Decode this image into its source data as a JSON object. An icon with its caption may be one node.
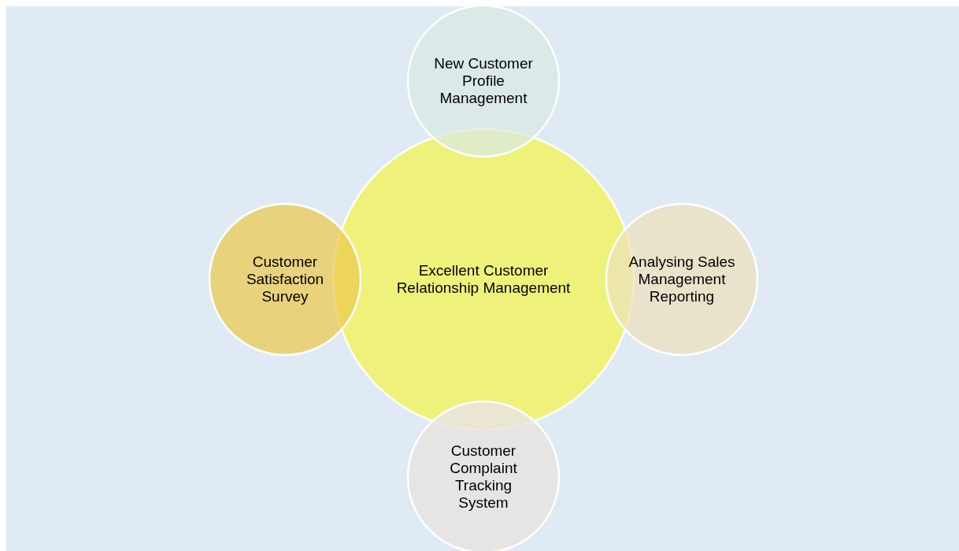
{
  "diagram": {
    "nodes": [
      {
        "text": [
          "Excellent Customer Relationship Management"
        ]
      },
      {
        "text": [
          "New Customer Profile Management"
        ]
      },
      {
        "text": [
          "Customer Satisfaction Survey"
        ]
      },
      {
        "text": [
          "Analysing Sales Management Reporting"
        ]
      },
      {
        "text": [
          "Customer Complaint Tracking System"
        ]
      }
    ]
  }
}
